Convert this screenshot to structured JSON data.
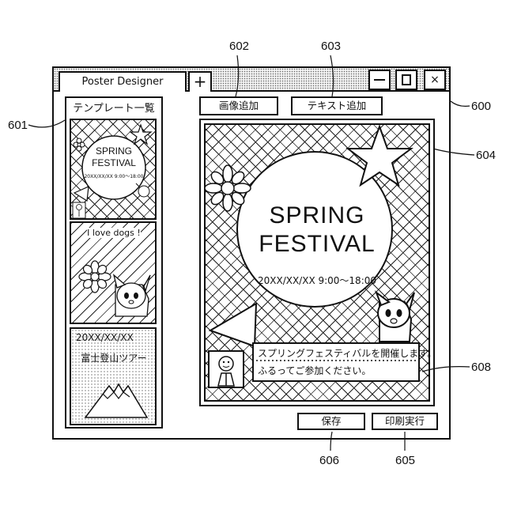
{
  "refs": {
    "r600": "600",
    "r601": "601",
    "r602": "602",
    "r603": "603",
    "r604": "604",
    "r605": "605",
    "r606": "606",
    "r608": "608"
  },
  "window": {
    "tab_title": "Poster Designer",
    "new_tab_label": "+",
    "minimize_icon": "minus-icon",
    "maximize_icon": "square-icon",
    "close_label": "×"
  },
  "toolbar": {
    "add_image_label": "画像追加",
    "add_text_label": "テキスト追加"
  },
  "template_panel": {
    "title": "テンプレート一覧",
    "templates": [
      {
        "line1": "SPRING",
        "line2": "FESTIVAL",
        "date": "20XX/XX/XX 9:00～18:00"
      },
      {
        "text": "I love dogs !"
      },
      {
        "date": "20XX/XX/XX",
        "text": "富士登山ツアー"
      }
    ]
  },
  "poster": {
    "line1": "SPRING",
    "line2": "FESTIVAL",
    "date": "20XX/XX/XX 9:00～18:00",
    "message_line1": "スプリングフェスティバルを開催します。",
    "message_line2": "ふるってご参加ください。"
  },
  "actions": {
    "save_label": "保存",
    "print_label": "印刷実行"
  }
}
